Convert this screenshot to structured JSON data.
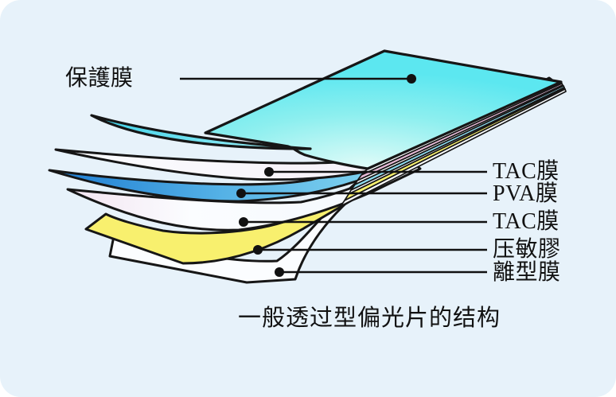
{
  "diagram": {
    "title_caption": "一般透过型偏光片的结构",
    "protective_label": "保護膜",
    "right_labels": [
      "TAC膜",
      "PVA膜",
      "TAC膜",
      "压敏膠",
      "離型膜"
    ],
    "layer_names_semantic": [
      "protective-film",
      "tac-film-top",
      "pva-film",
      "tac-film-bottom",
      "pressure-sensitive-adhesive",
      "release-film"
    ],
    "colors": {
      "background": "#e7f2fa",
      "outside": "#ffffff",
      "outline": "#161616",
      "cyan_main": "#5ce7f0",
      "cyan_pale": "#dffbf8",
      "flap_deep": "#3ed2e9",
      "flap_light": "#a8f2f7",
      "pva_deep": "#1d7cd2",
      "pva_light": "#8fdef2",
      "tac_white": "#fbfdff",
      "tac_tint": "#f3e4f1",
      "adhesive_yellow": "#f8f06e",
      "pink_stripe": "#e9bcd9",
      "text": "#111111"
    }
  }
}
